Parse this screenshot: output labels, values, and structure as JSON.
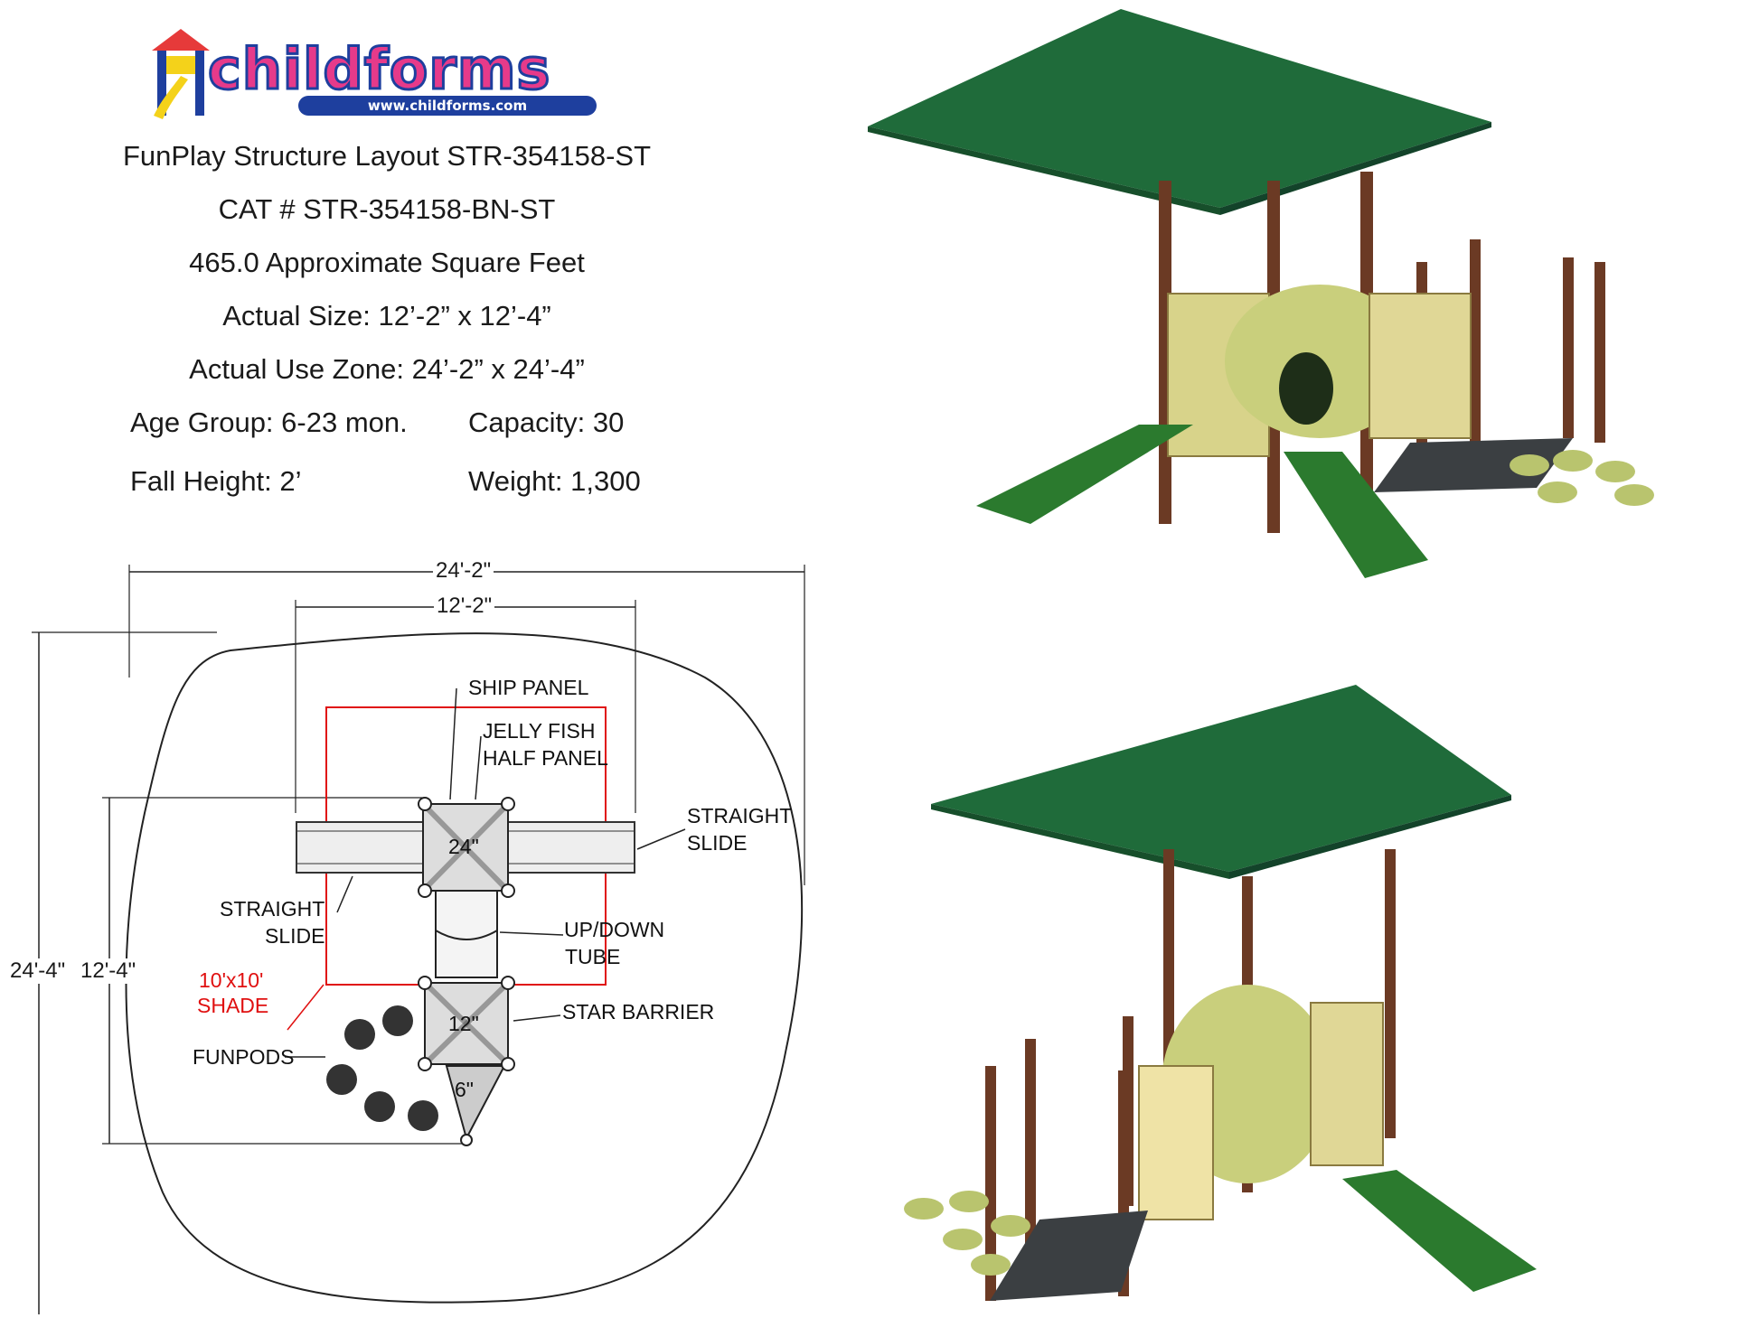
{
  "logo": {
    "brand": "childforms",
    "url": "www.childforms.com"
  },
  "info": {
    "title": "FunPlay Structure Layout STR-354158-ST",
    "cat": "CAT # STR-354158-BN-ST",
    "area": "465.0 Approximate Square Feet",
    "size": "Actual Size: 12’-2” x 12’-4”",
    "use_zone": "Actual Use Zone: 24’-2” x 24’-4”",
    "age_group": "Age Group: 6-23 mon.",
    "capacity": "Capacity: 30",
    "fall_height": "Fall Height: 2’",
    "weight": "Weight: 1,300"
  },
  "plan": {
    "dim_use_width": "24'-2\"",
    "dim_size_width": "12'-2\"",
    "dim_use_height": "24'-4\"",
    "dim_size_height": "12'-4\"",
    "labels": {
      "ship_panel": "SHIP PANEL",
      "jelly_fish_1": "JELLY FISH",
      "jelly_fish_2": "HALF PANEL",
      "straight_slide_r1": "STRAIGHT",
      "straight_slide_r2": "SLIDE",
      "straight_slide_l1": "STRAIGHT",
      "straight_slide_l2": "SLIDE",
      "tube_1": "UP/DOWN",
      "tube_2": "TUBE",
      "shade_1": "10'x10'",
      "shade_2": "SHADE",
      "star_barrier": "STAR BARRIER",
      "funpods": "FUNPODS",
      "deck_24": "24\"",
      "deck_12": "12\"",
      "deck_6": "6\""
    }
  },
  "colors": {
    "canopy": "#1f6b3a",
    "post": "#6b3a24",
    "slide": "#2b7a2e",
    "panel": "#d8d38a",
    "pod": "#b9c46e",
    "deck": "#3b3f42",
    "shade_outline": "#e01010"
  }
}
